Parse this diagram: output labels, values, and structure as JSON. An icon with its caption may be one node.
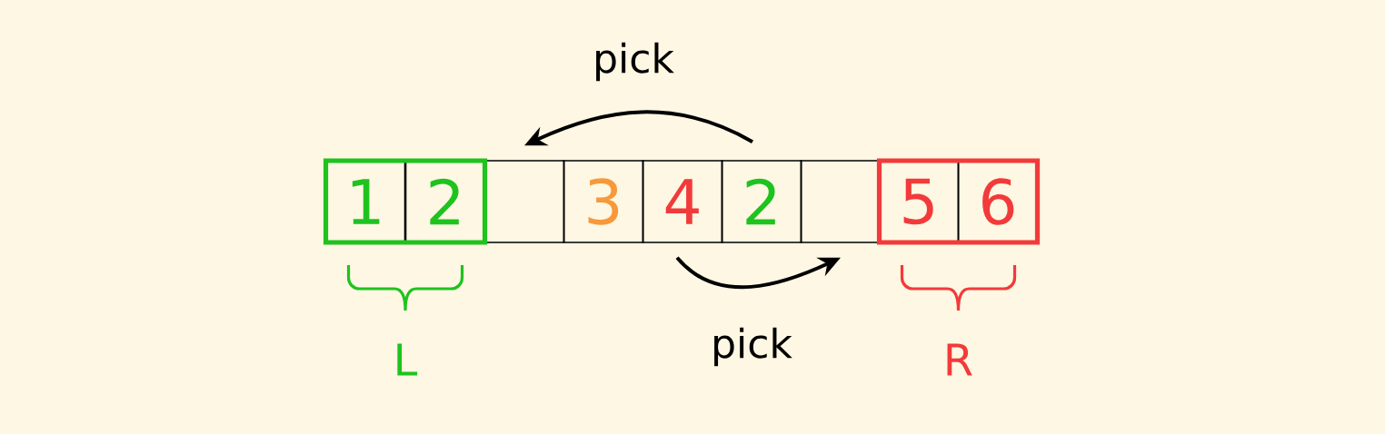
{
  "diagram": {
    "nodes": [
      {
        "text": [],
        "shape": "box",
        "beside": [
          "L"
        ]
      },
      {
        "text": [
          "1"
        ],
        "in": 0
      },
      {
        "text": [
          "2"
        ],
        "in": 0
      },
      {
        "text": [],
        "shape": "box"
      },
      {
        "text": [
          "3"
        ]
      },
      {
        "text": [
          "4"
        ]
      },
      {
        "text": [
          "2"
        ]
      },
      {
        "text": [],
        "shape": "box"
      },
      {
        "text": [],
        "shape": "box",
        "beside": [
          "R"
        ]
      },
      {
        "text": [
          "5"
        ],
        "in": 8
      },
      {
        "text": [
          "6"
        ],
        "in": 8
      }
    ],
    "edges": [
      {
        "from": 6,
        "to": 3,
        "arrow": "to",
        "label": "pick"
      },
      {
        "from": 5,
        "to": 7,
        "arrow": "to",
        "label": "pick"
      }
    ]
  }
}
